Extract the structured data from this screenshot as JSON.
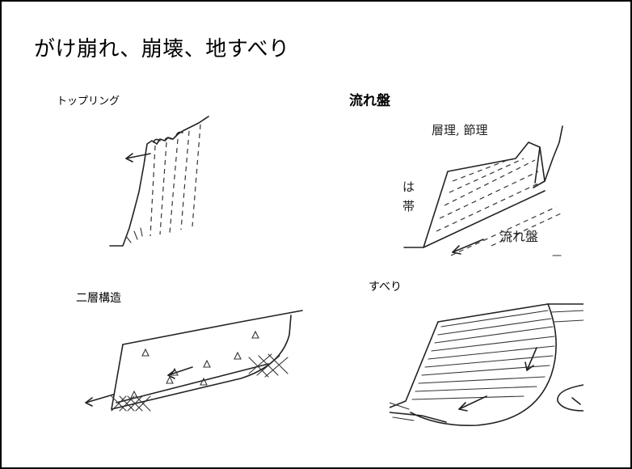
{
  "slide": {
    "title": "がけ崩れ、崩壊、地すべり"
  },
  "figures": {
    "toppling": {
      "caption": "トップリング"
    },
    "dip_slope": {
      "caption": "流れ盤",
      "label_joints": "層理, 節理",
      "label_zone_1": "は",
      "label_zone_2": "帯",
      "label_dip": "流れ盤"
    },
    "two_layer": {
      "caption": "二層構造"
    },
    "slide": {
      "caption": "すべり"
    }
  }
}
